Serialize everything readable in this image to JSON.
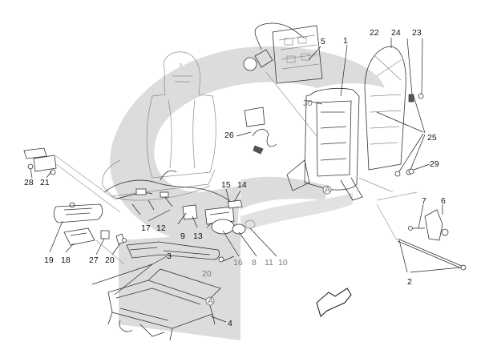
{
  "labels": {
    "l1": "1",
    "l2": "2",
    "l3": "3",
    "l4": "4",
    "l5": "5",
    "l6": "6",
    "l7": "7",
    "l8": "8",
    "l9": "9",
    "l10": "10",
    "l11": "11",
    "l12": "12",
    "l13": "13",
    "l14": "14",
    "l15": "15",
    "l16": "16",
    "l17": "17",
    "l18": "18",
    "l19": "19",
    "l20a": "20",
    "l20b": "20",
    "l21": "21",
    "l22": "22",
    "l23": "23",
    "l24": "24",
    "l25": "25",
    "l26": "26",
    "l27": "27",
    "l28": "28",
    "l29": "29",
    "l30": "30",
    "markA1": "A",
    "markA2": "A"
  },
  "colors": {
    "background_swoosh": "#dcdcdc",
    "line": "#222222"
  },
  "icons": {
    "direction_arrow": "arrow-down-left-icon"
  }
}
